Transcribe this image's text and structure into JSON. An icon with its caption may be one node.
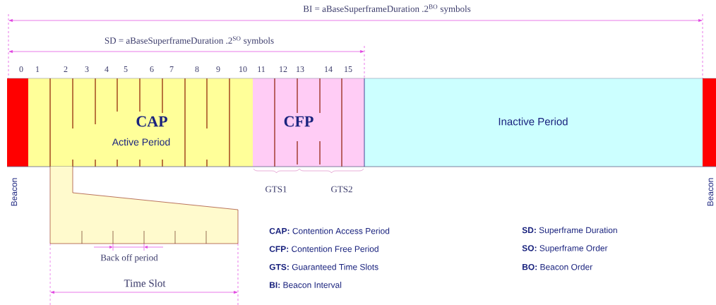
{
  "diagram": {
    "nodes": [
      {
        "text": [],
        "shape": "box",
        "beside": [
          "Beacon"
        ]
      },
      {
        "text": [
          "CAP",
          "Active Period"
        ]
      },
      {
        "text": [
          "CFP"
        ]
      },
      {
        "text": [
          "Inactive Period"
        ]
      },
      {
        "text": [],
        "shape": "box",
        "beside": [
          "Beacon"
        ]
      }
    ],
    "labels": [
      "BI = aBaseSuperframeDuration .2$^{BO}$ symbols",
      "SD = aBaseSuperframeDuration .2$^{SO}$ symbols",
      "0",
      "1",
      "2",
      "3",
      "4",
      "5",
      "6",
      "7",
      "8",
      "9",
      "10",
      "11",
      "12",
      "13",
      "14",
      "15",
      "GTS1",
      "GTS2",
      "Back off period",
      "Time Slot",
      "**CAP:** Contention Access Period",
      "**SD:** Superframe Duration",
      "**CFP:** Contention Free Period",
      "**SO:** Superframe Order",
      "**GTS:** Guaranteed Time Slots",
      "**BO:** Beacon Order",
      "**BI:** Beacon Interval"
    ]
  }
}
